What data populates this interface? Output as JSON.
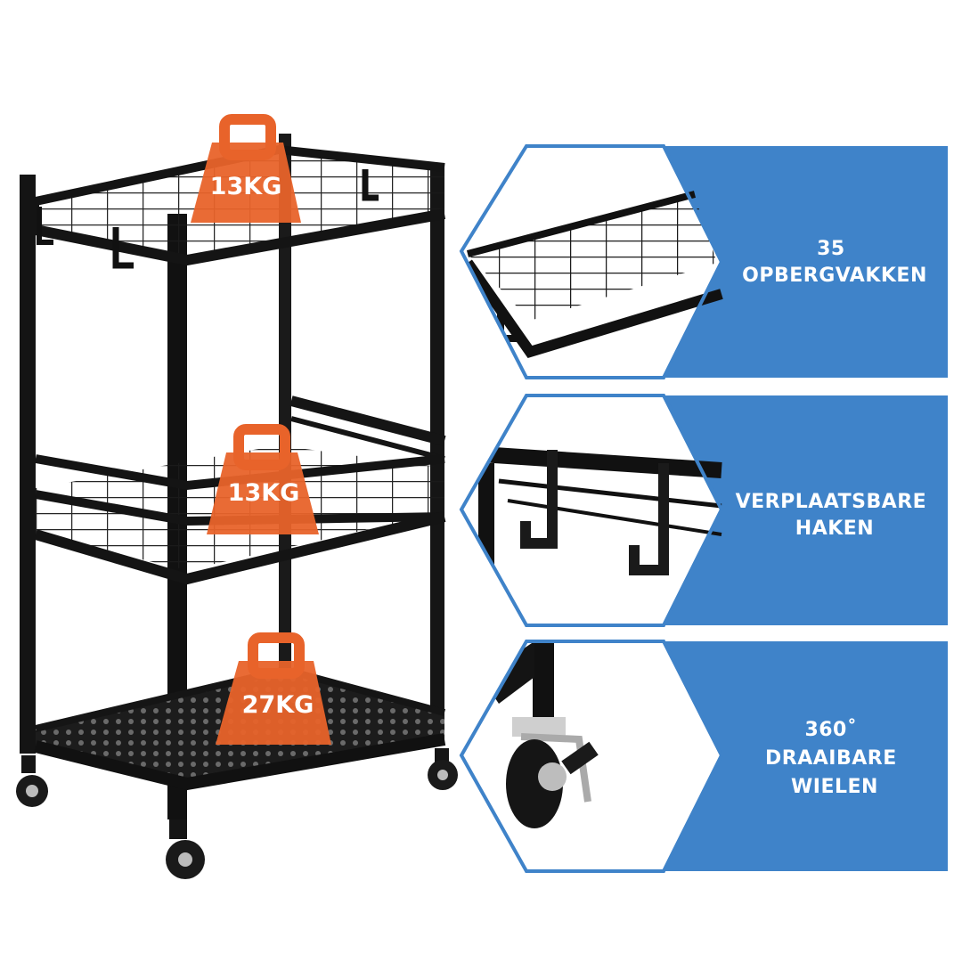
{
  "colors": {
    "accent_blue": "#3f83c9",
    "weight_orange": "#e8632a",
    "frame_black": "#141414",
    "background": "#ffffff"
  },
  "weights": {
    "top": "13KG",
    "middle": "13KG",
    "bottom": "27KG"
  },
  "features": [
    {
      "icon": "grid-shelf-closeup",
      "lines": [
        "35",
        "OPBERGVAKKEN"
      ]
    },
    {
      "icon": "hooks-closeup",
      "lines": [
        "VERPLAATSBARE",
        "HAKEN"
      ]
    },
    {
      "icon": "caster-wheel-closeup",
      "lines": [
        "360˚",
        "DRAAIBARE",
        "WIELEN"
      ]
    }
  ]
}
